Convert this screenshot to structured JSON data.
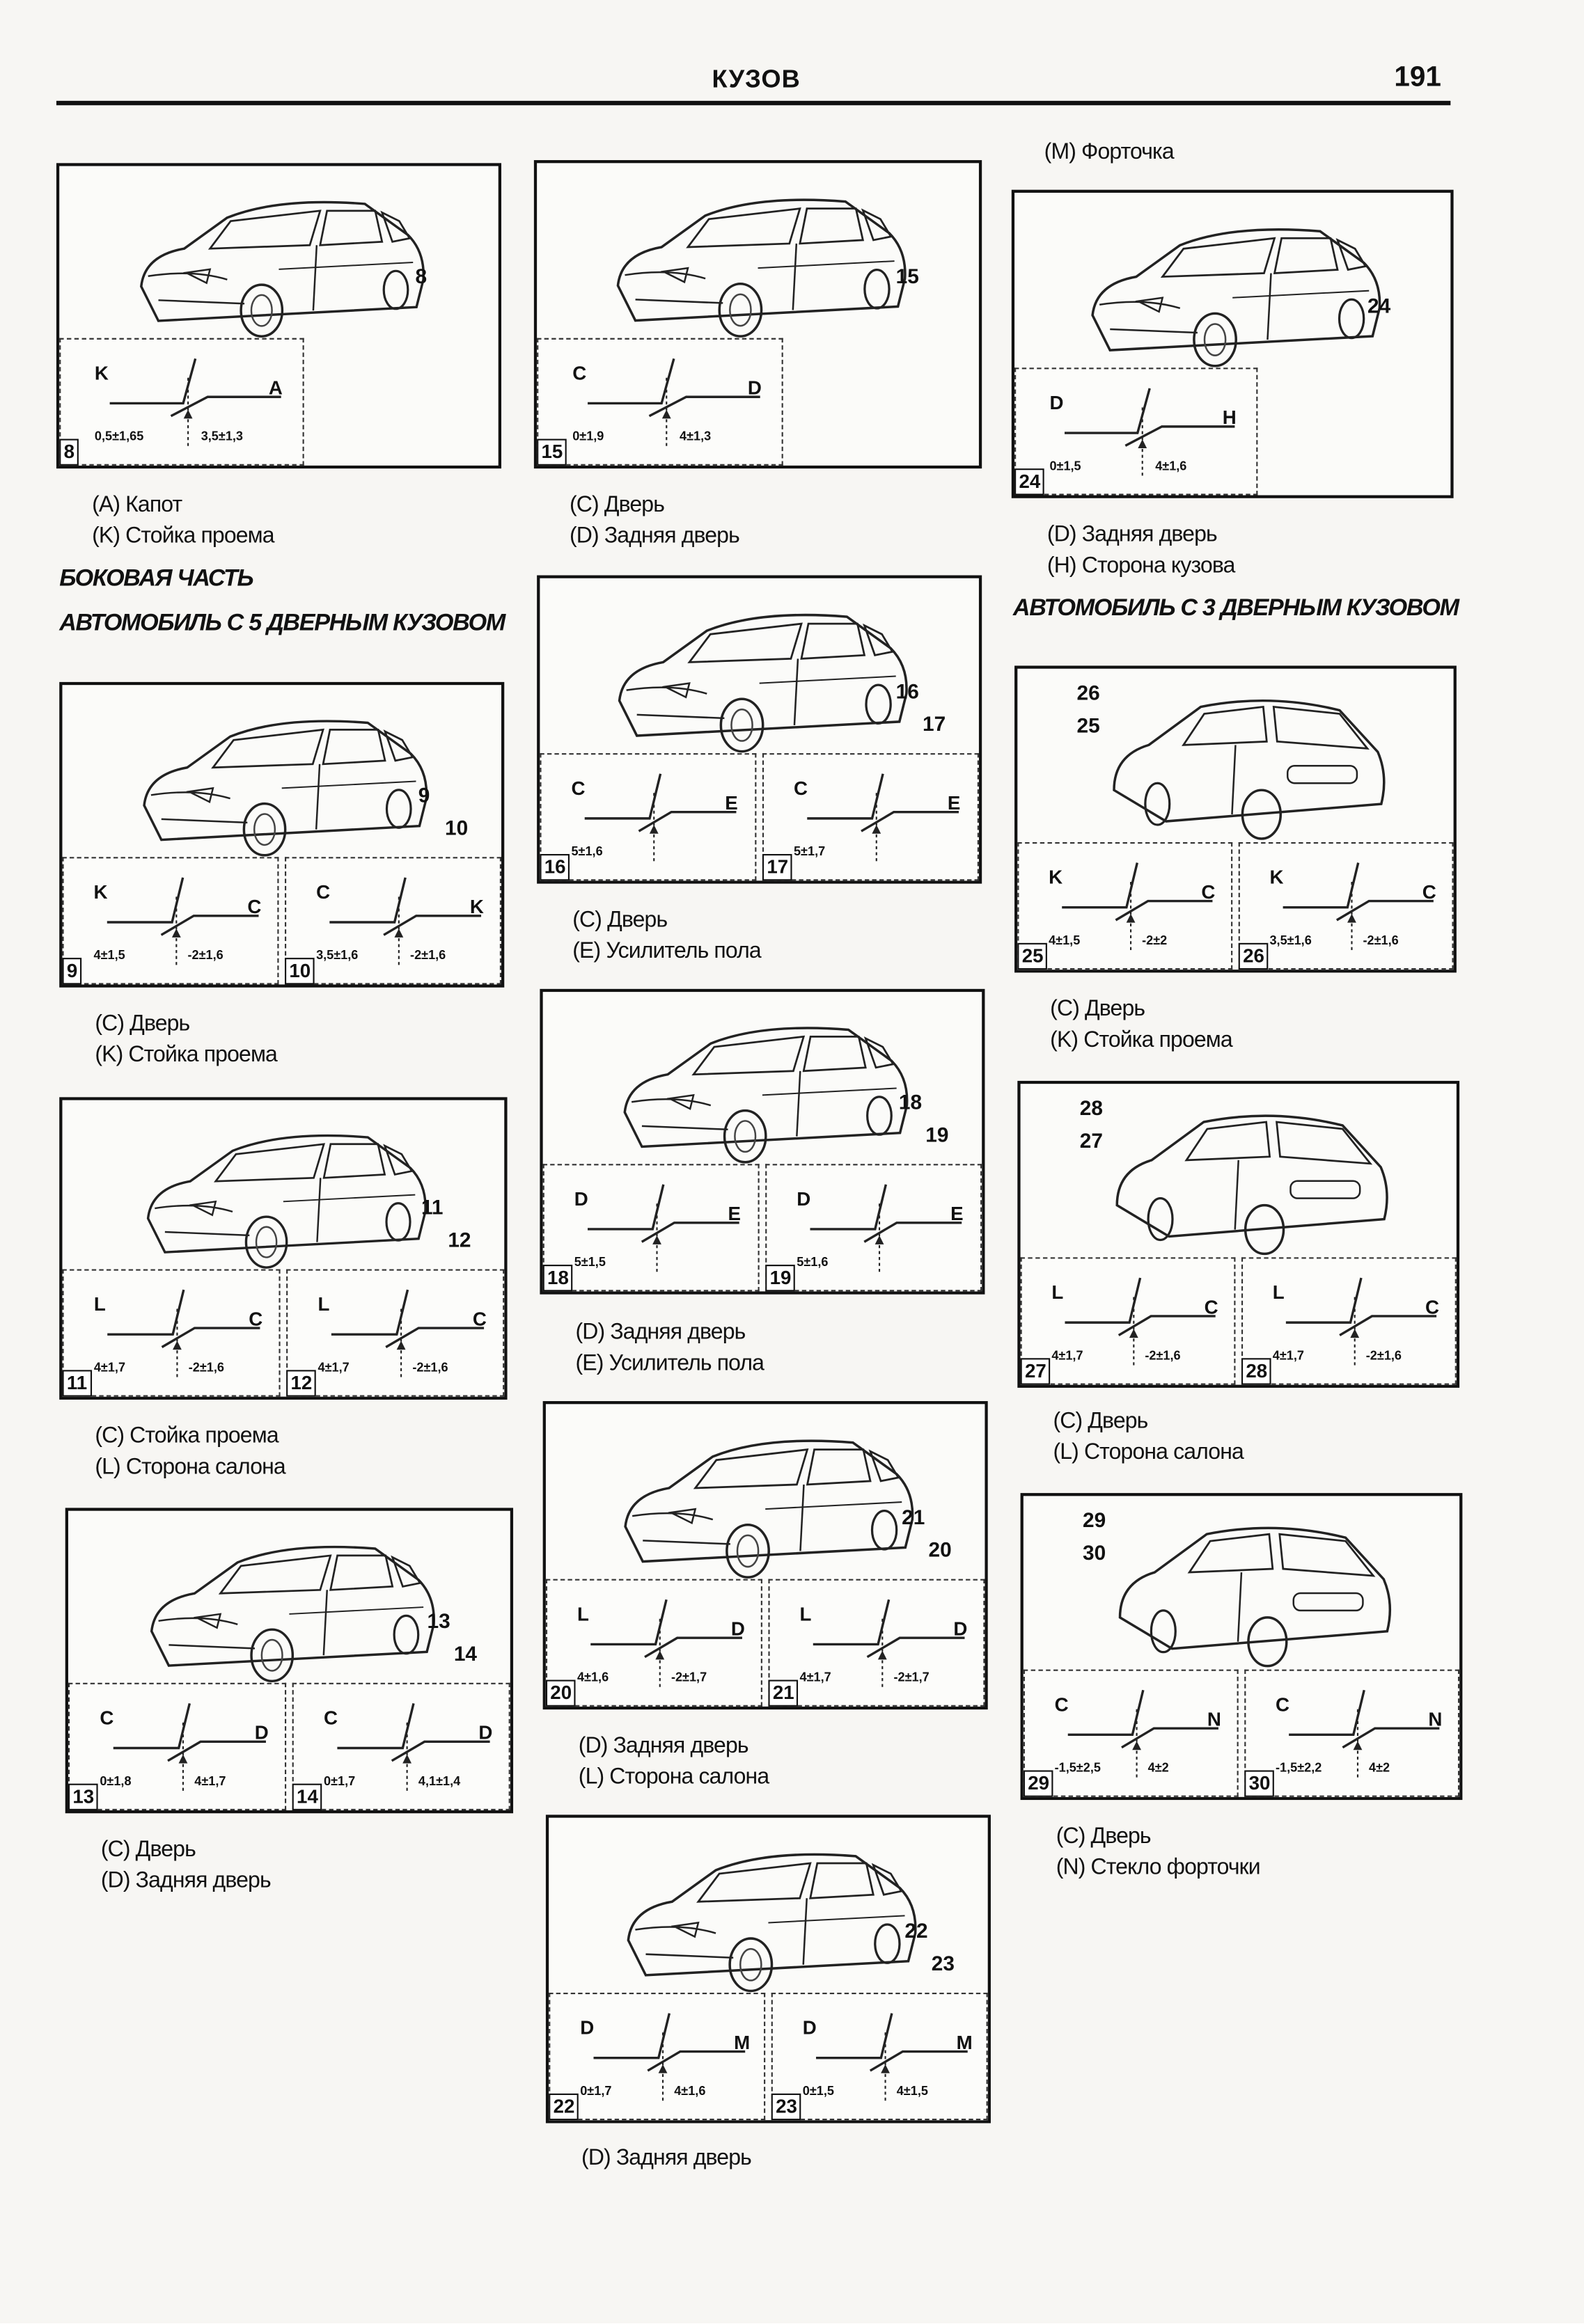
{
  "header": {
    "title": "КУЗОВ",
    "page": "191"
  },
  "top_caption": "(M) Форточка",
  "headings": [
    "БОКОВАЯ ЧАСТЬ",
    "АВТОМОБИЛЬ С 5 ДВЕРНЫМ КУЗОВОМ",
    "АВТОМОБИЛЬ С 3 ДВЕРНЫМ КУЗОВОМ"
  ],
  "figures": [
    {
      "callouts": [
        "8"
      ],
      "details": [
        {
          "num": "8",
          "labels": [
            "K",
            "A"
          ],
          "dims": [
            "0,5±1,65",
            "3,5±1,3"
          ]
        }
      ],
      "caption": [
        "(A) Капот",
        "(K) Стойка проема"
      ]
    },
    {
      "callouts": [
        "9",
        "10"
      ],
      "details": [
        {
          "num": "9",
          "labels": [
            "K",
            "C"
          ],
          "dims": [
            "4±1,5",
            "-2±1,6"
          ]
        },
        {
          "num": "10",
          "labels": [
            "C",
            "K"
          ],
          "dims": [
            "3,5±1,6",
            "-2±1,6"
          ]
        }
      ],
      "caption": [
        "(C) Дверь",
        "(K) Стойка проема"
      ]
    },
    {
      "callouts": [
        "11",
        "12"
      ],
      "details": [
        {
          "num": "11",
          "labels": [
            "L",
            "C"
          ],
          "dims": [
            "4±1,7",
            "-2±1,6"
          ]
        },
        {
          "num": "12",
          "labels": [
            "L",
            "C"
          ],
          "dims": [
            "4±1,7",
            "-2±1,6"
          ]
        }
      ],
      "caption": [
        "(C) Стойка проема",
        "(L) Сторона салона"
      ]
    },
    {
      "callouts": [
        "13",
        "14"
      ],
      "details": [
        {
          "num": "13",
          "labels": [
            "C",
            "D"
          ],
          "dims": [
            "0±1,8",
            "4±1,7"
          ]
        },
        {
          "num": "14",
          "labels": [
            "C",
            "D"
          ],
          "dims": [
            "0±1,7",
            "4,1±1,4"
          ]
        }
      ],
      "caption": [
        "(C) Дверь",
        "(D) Задняя дверь"
      ]
    },
    {
      "callouts": [
        "15"
      ],
      "details": [
        {
          "num": "15",
          "labels": [
            "C",
            "D"
          ],
          "dims": [
            "0±1,9",
            "4±1,3"
          ]
        }
      ],
      "caption": [
        "(C) Дверь",
        "(D) Задняя дверь"
      ]
    },
    {
      "callouts": [
        "16",
        "17"
      ],
      "details": [
        {
          "num": "16",
          "labels": [
            "C",
            "E"
          ],
          "dims": [
            "5±1,6"
          ]
        },
        {
          "num": "17",
          "labels": [
            "C",
            "E"
          ],
          "dims": [
            "5±1,7"
          ]
        }
      ],
      "caption": [
        "(C) Дверь",
        "(E) Усилитель пола"
      ]
    },
    {
      "callouts": [
        "18",
        "19"
      ],
      "details": [
        {
          "num": "18",
          "labels": [
            "D",
            "E"
          ],
          "dims": [
            "5±1,5"
          ]
        },
        {
          "num": "19",
          "labels": [
            "D",
            "E"
          ],
          "dims": [
            "5±1,6"
          ]
        }
      ],
      "caption": [
        "(D) Задняя дверь",
        "(E) Усилитель пола"
      ]
    },
    {
      "callouts": [
        "21",
        "20"
      ],
      "details": [
        {
          "num": "20",
          "labels": [
            "L",
            "D"
          ],
          "dims": [
            "4±1,6",
            "-2±1,7"
          ]
        },
        {
          "num": "21",
          "labels": [
            "L",
            "D"
          ],
          "dims": [
            "4±1,7",
            "-2±1,7"
          ]
        }
      ],
      "caption": [
        "(D) Задняя дверь",
        "(L) Сторона салона"
      ]
    },
    {
      "callouts": [
        "22",
        "23"
      ],
      "details": [
        {
          "num": "22",
          "labels": [
            "D",
            "M"
          ],
          "dims": [
            "0±1,7",
            "4±1,6"
          ]
        },
        {
          "num": "23",
          "labels": [
            "D",
            "M"
          ],
          "dims": [
            "0±1,5",
            "4±1,5"
          ]
        }
      ],
      "caption": [
        "(D) Задняя дверь"
      ]
    },
    {
      "callouts": [
        "24"
      ],
      "details": [
        {
          "num": "24",
          "labels": [
            "D",
            "H"
          ],
          "dims": [
            "0±1,5",
            "4±1,6"
          ]
        }
      ],
      "caption": [
        "(D) Задняя дверь",
        "(H) Сторона кузова"
      ]
    },
    {
      "callouts": [
        "26",
        "25"
      ],
      "details": [
        {
          "num": "25",
          "labels": [
            "K",
            "C"
          ],
          "dims": [
            "4±1,5",
            "-2±2"
          ]
        },
        {
          "num": "26",
          "labels": [
            "K",
            "C"
          ],
          "dims": [
            "3,5±1,6",
            "-2±1,6"
          ]
        }
      ],
      "caption": [
        "(C) Дверь",
        "(K) Стойка проема"
      ]
    },
    {
      "callouts": [
        "28",
        "27"
      ],
      "details": [
        {
          "num": "27",
          "labels": [
            "L",
            "C"
          ],
          "dims": [
            "4±1,7",
            "-2±1,6"
          ]
        },
        {
          "num": "28",
          "labels": [
            "L",
            "C"
          ],
          "dims": [
            "4±1,7",
            "-2±1,6"
          ]
        }
      ],
      "caption": [
        "(C) Дверь",
        "(L) Сторона салона"
      ]
    },
    {
      "callouts": [
        "29",
        "30"
      ],
      "details": [
        {
          "num": "29",
          "labels": [
            "C",
            "N"
          ],
          "dims": [
            "-1,5±2,5",
            "4±2"
          ]
        },
        {
          "num": "30",
          "labels": [
            "C",
            "N"
          ],
          "dims": [
            "-1,5±2,2",
            "4±2"
          ]
        }
      ],
      "caption": [
        "(C) Дверь",
        "(N) Стекло форточки"
      ]
    }
  ]
}
